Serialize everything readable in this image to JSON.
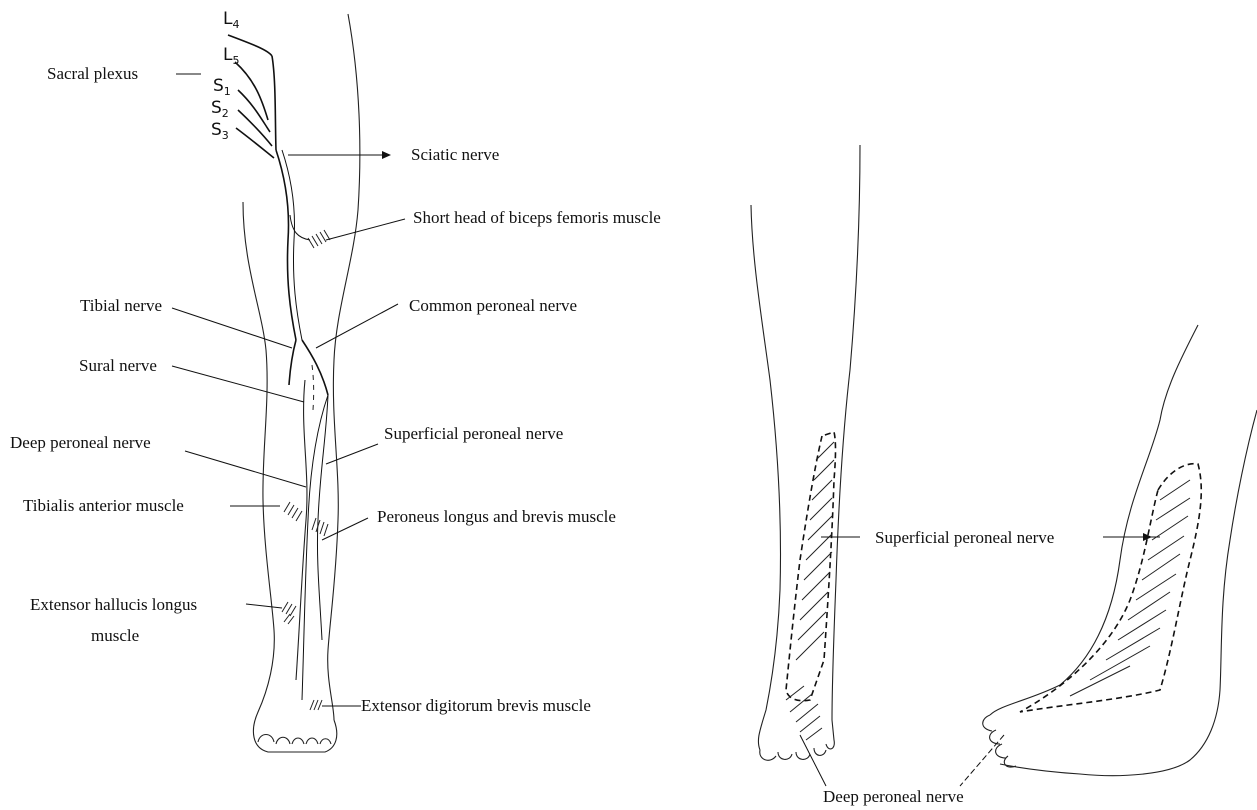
{
  "roots": {
    "L4": {
      "letter": "L",
      "sub": "4"
    },
    "L5": {
      "letter": "L",
      "sub": "5"
    },
    "S1": {
      "letter": "S",
      "sub": "1"
    },
    "S2": {
      "letter": "S",
      "sub": "2"
    },
    "S3": {
      "letter": "S",
      "sub": "3"
    }
  },
  "labels": {
    "sacral_plexus": "Sacral plexus",
    "sciatic_nerve": "Sciatic nerve",
    "short_head_biceps": "Short head of biceps femoris muscle",
    "tibial_nerve": "Tibial nerve",
    "common_peroneal": "Common peroneal nerve",
    "sural_nerve": "Sural nerve",
    "deep_peroneal": "Deep peroneal nerve",
    "superficial_peroneal": "Superficial peroneal nerve",
    "tibialis_anterior": "Tibialis anterior muscle",
    "peroneus_longus_brevis": "Peroneus longus and brevis muscle",
    "extensor_hallucis_line1": "Extensor hallucis longus",
    "extensor_hallucis_line2": "muscle",
    "extensor_digitorum": "Extensor digitorum brevis muscle",
    "superficial_peroneal_right": "Superficial peroneal nerve",
    "deep_peroneal_bottom": "Deep peroneal nerve"
  }
}
